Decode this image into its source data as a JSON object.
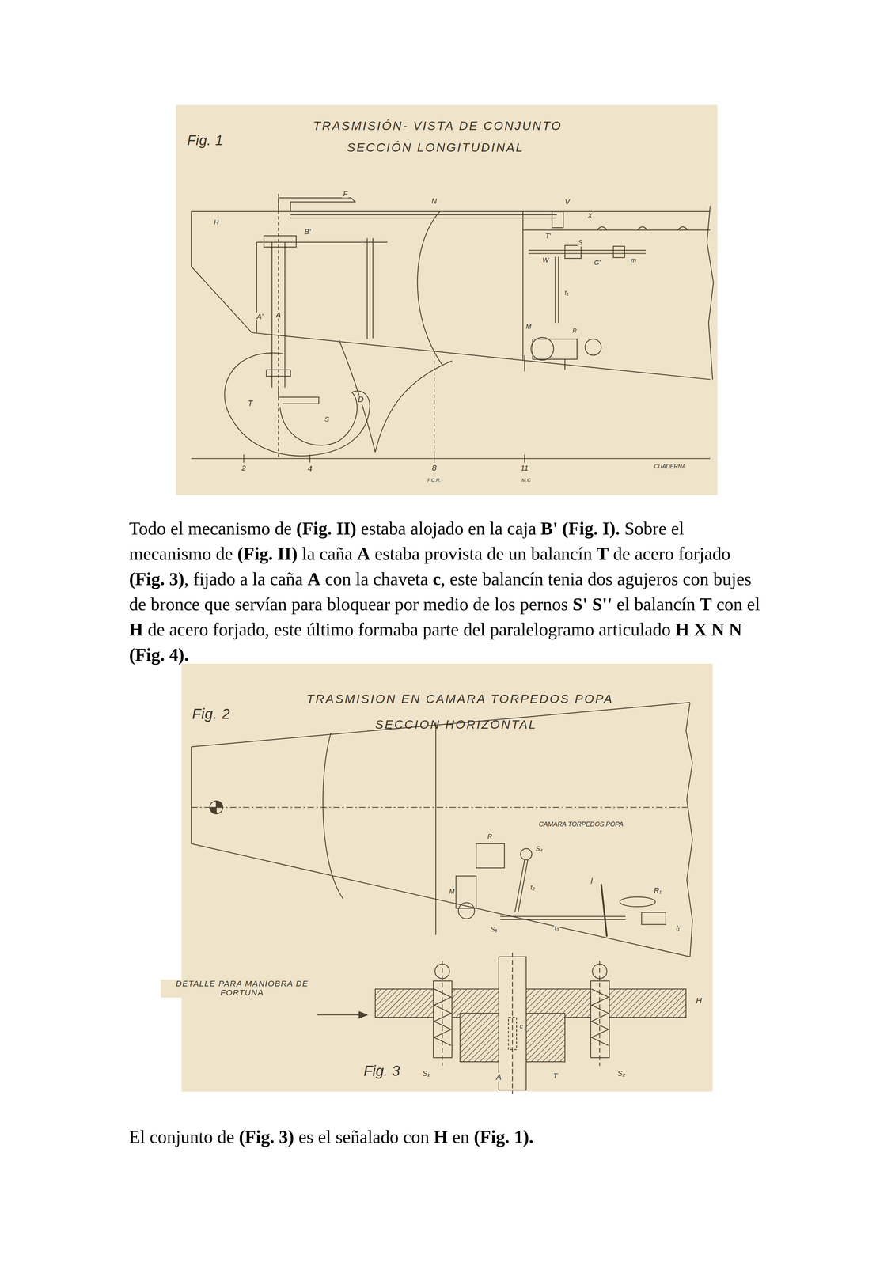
{
  "diagram": {
    "nodes": [
      {
        "text": [
          "Fig. 1",
          "TRASMISIÓN- VISTA DE CONJUNTO",
          "SECCIÓN LONGITUDINAL"
        ]
      },
      {
        "text": [
          "Fig. 2",
          "TRASMISION EN CAMARA TORPEDOS POPA",
          "SECCION HORIZONTAL"
        ]
      }
    ],
    "labels": [
      "Todo el mecanismo de ",
      "(Fig. II)",
      " estaba alojado en la caja ",
      "B' (Fig. I).",
      " Sobre el mecanismo de ",
      "(Fig. II)",
      " la caña ",
      "A",
      " estaba provista de un balancín ",
      "T",
      " de acero forjado ",
      "(Fig. 3)",
      ", fijado a la caña ",
      "A",
      " con la chaveta ",
      "c",
      ", este balancín tenia dos agujeros con bujes de bronce que servían para bloquear por medio de los pernos ",
      "S' S''",
      " el balancín ",
      "T",
      " con el ",
      "H",
      " de acero forjado, este último formaba parte del paralelogramo articulado ",
      "H  X  N  N (Fig. 4).",
      "El conjunto de ",
      "(Fig. 3)",
      " es el señalado con ",
      "H",
      " en ",
      "(Fig. 1).",
      "F",
      "N",
      "V",
      "X",
      "H",
      "B'",
      "T'",
      "S",
      "W",
      "G'",
      "m",
      "t₁",
      "A'",
      "A",
      "D",
      "T",
      "S",
      "M",
      "R",
      "2",
      "4",
      "8",
      "F.C.R.",
      "11",
      "M.C",
      "CUADERNA",
      "CAMARA TORPEDOS POPA",
      "R",
      "S₄",
      "M",
      "t₂",
      "S₅",
      "t₃",
      "l",
      "R₁",
      "l₁",
      "DETALLE PARA MANIOBRA DE FORTUNA",
      "H",
      "c",
      "S₁",
      "A",
      "T",
      "S₂",
      "Fig. 3"
    ]
  }
}
